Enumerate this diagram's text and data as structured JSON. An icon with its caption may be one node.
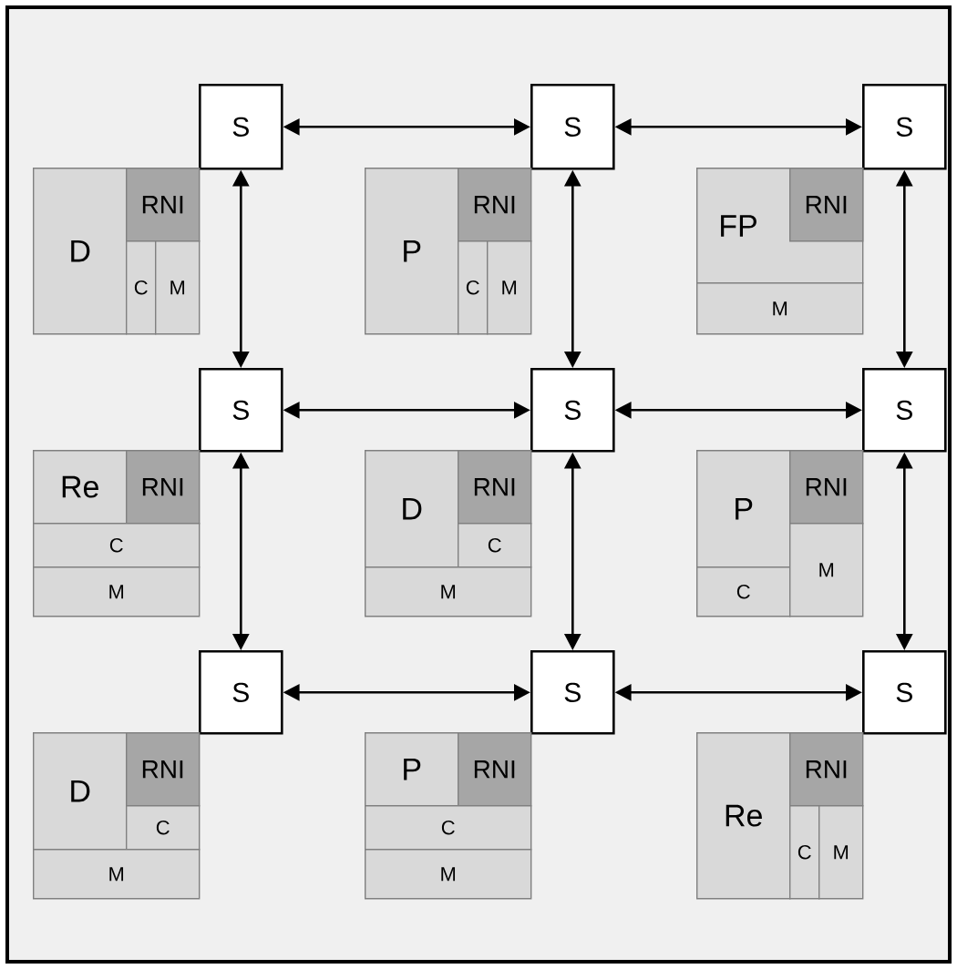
{
  "diagram": {
    "nodes": [
      {
        "text": [
          "S"
        ]
      },
      {
        "text": [
          "S"
        ]
      },
      {
        "text": [
          "S"
        ]
      },
      {
        "text": [
          "D"
        ]
      },
      {
        "text": [
          "RNI"
        ]
      },
      {
        "text": [
          "C"
        ]
      },
      {
        "text": [
          "M"
        ]
      },
      {
        "text": [
          "P"
        ]
      },
      {
        "text": [
          "RNI"
        ]
      },
      {
        "text": [
          "C"
        ]
      },
      {
        "text": [
          "M"
        ]
      },
      {
        "text": [
          "FP"
        ]
      },
      {
        "text": [
          "RNI"
        ],
        "in": 11
      },
      {
        "text": [
          "M"
        ]
      },
      {
        "text": [
          "S"
        ]
      },
      {
        "text": [
          "S"
        ]
      },
      {
        "text": [
          "S"
        ]
      },
      {
        "text": [
          "Re"
        ]
      },
      {
        "text": [
          "RNI"
        ]
      },
      {
        "text": [
          "C"
        ]
      },
      {
        "text": [
          "M"
        ]
      },
      {
        "text": [
          "D"
        ]
      },
      {
        "text": [
          "RNI"
        ]
      },
      {
        "text": [
          "C"
        ]
      },
      {
        "text": [
          "M"
        ]
      },
      {
        "text": [
          "P"
        ]
      },
      {
        "text": [
          "RNI"
        ]
      },
      {
        "text": [
          "C"
        ]
      },
      {
        "text": [
          "M"
        ]
      },
      {
        "text": [
          "S"
        ]
      },
      {
        "text": [
          "S"
        ]
      },
      {
        "text": [
          "S"
        ]
      },
      {
        "text": [
          "D"
        ]
      },
      {
        "text": [
          "RNI"
        ]
      },
      {
        "text": [
          "C"
        ]
      },
      {
        "text": [
          "M"
        ]
      },
      {
        "text": [
          "P"
        ]
      },
      {
        "text": [
          "RNI"
        ]
      },
      {
        "text": [
          "C"
        ]
      },
      {
        "text": [
          "M"
        ]
      },
      {
        "text": [
          "Re"
        ]
      },
      {
        "text": [
          "RNI"
        ]
      },
      {
        "text": [
          "C"
        ]
      },
      {
        "text": [
          "M"
        ]
      }
    ],
    "edges": [
      {
        "from": 0,
        "to": 1,
        "arrow": "both"
      },
      {
        "from": 1,
        "to": 2,
        "arrow": "both"
      },
      {
        "from": 0,
        "to": 14,
        "arrow": "both"
      },
      {
        "from": 1,
        "to": 15,
        "arrow": "both"
      },
      {
        "from": 2,
        "to": 16,
        "arrow": "both"
      },
      {
        "from": 14,
        "to": 15,
        "arrow": "both"
      },
      {
        "from": 15,
        "to": 16,
        "arrow": "both"
      },
      {
        "from": 14,
        "to": 29,
        "arrow": "both"
      },
      {
        "from": 15,
        "to": 30,
        "arrow": "both"
      },
      {
        "from": 16,
        "to": 31,
        "arrow": "both"
      },
      {
        "from": 29,
        "to": 30,
        "arrow": "both"
      },
      {
        "from": 30,
        "to": 31,
        "arrow": "both"
      }
    ]
  }
}
